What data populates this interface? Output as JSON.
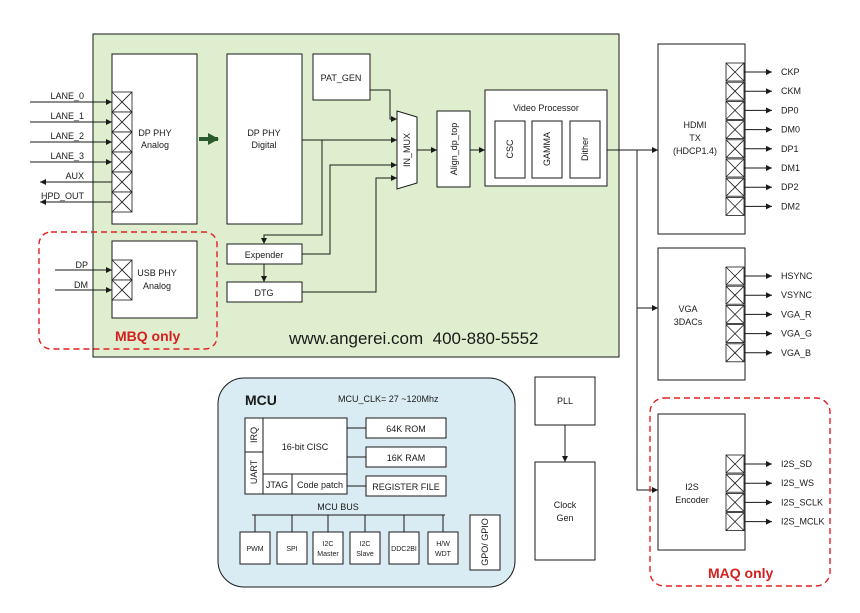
{
  "dp_inputs": [
    "LANE_0",
    "LANE_1",
    "LANE_2",
    "LANE_3",
    "AUX",
    "HPD_OUT"
  ],
  "usb_inputs": [
    "DP",
    "DM"
  ],
  "blocks": {
    "dp_phy_analog": [
      "DP PHY",
      "Analog"
    ],
    "dp_phy_digital": [
      "DP PHY",
      "Digital"
    ],
    "pat_gen": "PAT_GEN",
    "in_mux": "IN_MUX",
    "align": "Align_dp_top",
    "video_processor": "Video Processor",
    "csc": "CSC",
    "gamma": "GAMMA",
    "dither": "Dither",
    "expender": "Expender",
    "dtg": "DTG",
    "usb_phy": [
      "USB PHY",
      "Analog"
    ],
    "hdmi_tx": [
      "HDMI",
      "TX",
      "(HDCP1.4)"
    ],
    "vga": [
      "VGA",
      "3DACs"
    ],
    "i2s": [
      "I2S",
      "Encoder"
    ],
    "pll": "PLL",
    "clock_gen": [
      "Clock",
      "Gen"
    ]
  },
  "hdmi_outputs": [
    "CKP",
    "CKM",
    "DP0",
    "DM0",
    "DP1",
    "DM1",
    "DP2",
    "DM2"
  ],
  "vga_outputs": [
    "HSYNC",
    "VSYNC",
    "VGA_R",
    "VGA_G",
    "VGA_B"
  ],
  "i2s_outputs": [
    "I2S_SD",
    "I2S_WS",
    "I2S_SCLK",
    "I2S_MCLK"
  ],
  "labels": {
    "mbq_only": "MBQ only",
    "maq_only": "MAQ only",
    "watermark": "www.angerei.com  400-880-5552"
  },
  "mcu": {
    "title": "MCU",
    "clock": "MCU_CLK= 27 ~120Mhz",
    "irq": "IRQ",
    "uart": "UART",
    "cisc": "16-bit CISC",
    "jtag": "JTAG",
    "code_patch": "Code patch",
    "rom": "64K ROM",
    "ram": "16K RAM",
    "register_file": "REGISTER FILE",
    "bus": "MCU BUS",
    "peripherals": [
      [
        "PWM"
      ],
      [
        "SPI"
      ],
      [
        "I2C",
        "Master"
      ],
      [
        "I2C",
        "Slave"
      ],
      [
        "DDC2BI"
      ],
      [
        "H/W",
        "WDT"
      ]
    ],
    "gpio": "GPO/ GPIO"
  },
  "colors": {
    "main_block": "#dfeecf",
    "mcu_block": "#d9ebf3",
    "dashed_red": "#e02020",
    "red_text": "#d42020"
  }
}
